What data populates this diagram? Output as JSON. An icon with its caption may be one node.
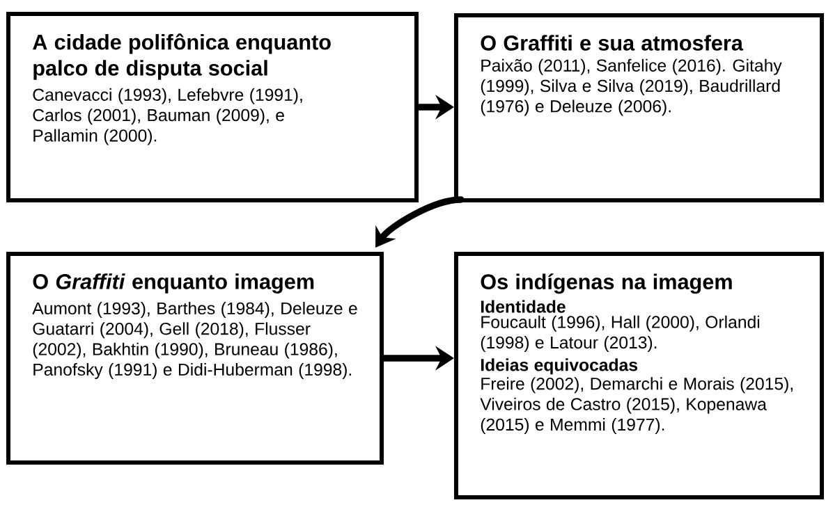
{
  "diagram": {
    "nodes": [
      {
        "text": [
          "A cidade polifônica enquanto palco de disputa social",
          "Canevacci (1993), Lefebvre (1991), Carlos (2001), Bauman (2009), e Pallamin (2000)."
        ]
      },
      {
        "text": [
          "O Graffiti e sua atmosfera",
          "Paixão (2011), Sanfelice (2016). Gitahy (1999), Silva e Silva (2019), Baudrillard (1976) e Deleuze (2006)."
        ]
      },
      {
        "text": [
          "O *Graffiti* enquanto imagem",
          "Aumont (1993), Barthes (1984), Deleuze e Guatarri (2004), Gell (2018), Flusser (2002), Bakhtin (1990), Bruneau (1986), Panofsky (1991) e Didi-Huberman (1998)."
        ]
      },
      {
        "text": [
          "Os indígenas na imagem",
          "Identidade",
          "Foucault (1996), Hall (2000), Orlandi (1998) e Latour (2013).",
          "Ideias equivocadas",
          "Freire (2002), Demarchi e Morais (2015), Viveiros de Castro (2015), Kopenawa (2015) e Memmi (1977)."
        ]
      }
    ],
    "edges": [
      {
        "from": 0,
        "to": 1,
        "arrow": "to"
      },
      {
        "from": 1,
        "to": 2,
        "arrow": "to"
      },
      {
        "from": 2,
        "to": 3,
        "arrow": "to"
      }
    ]
  }
}
